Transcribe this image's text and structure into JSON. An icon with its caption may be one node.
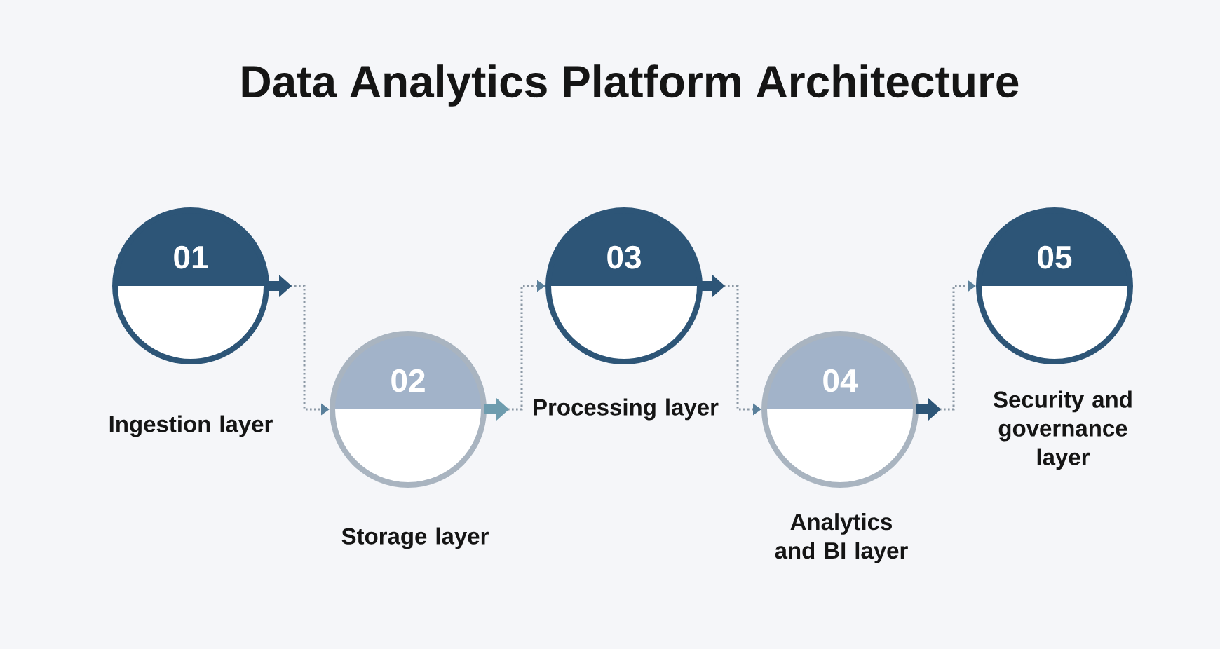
{
  "diagram": {
    "title": "Data Analytics Platform Architecture",
    "nodes": [
      {
        "text": [
          "01"
        ],
        "beside": [
          "Ingestion layer"
        ]
      },
      {
        "text": [
          "02"
        ],
        "beside": [
          "Storage layer"
        ]
      },
      {
        "text": [
          "03"
        ],
        "beside": [
          "Processing layer"
        ]
      },
      {
        "text": [
          "04"
        ],
        "beside": [
          "Analytics and BI layer"
        ]
      },
      {
        "text": [
          "05"
        ],
        "beside": [
          "Security and governance layer"
        ]
      }
    ],
    "edges": [
      {
        "from": 0,
        "to": 1,
        "arrow": "to"
      },
      {
        "from": 1,
        "to": 2,
        "arrow": "to"
      },
      {
        "from": 2,
        "to": 3,
        "arrow": "to"
      },
      {
        "from": 3,
        "to": 4,
        "arrow": "to"
      }
    ]
  }
}
